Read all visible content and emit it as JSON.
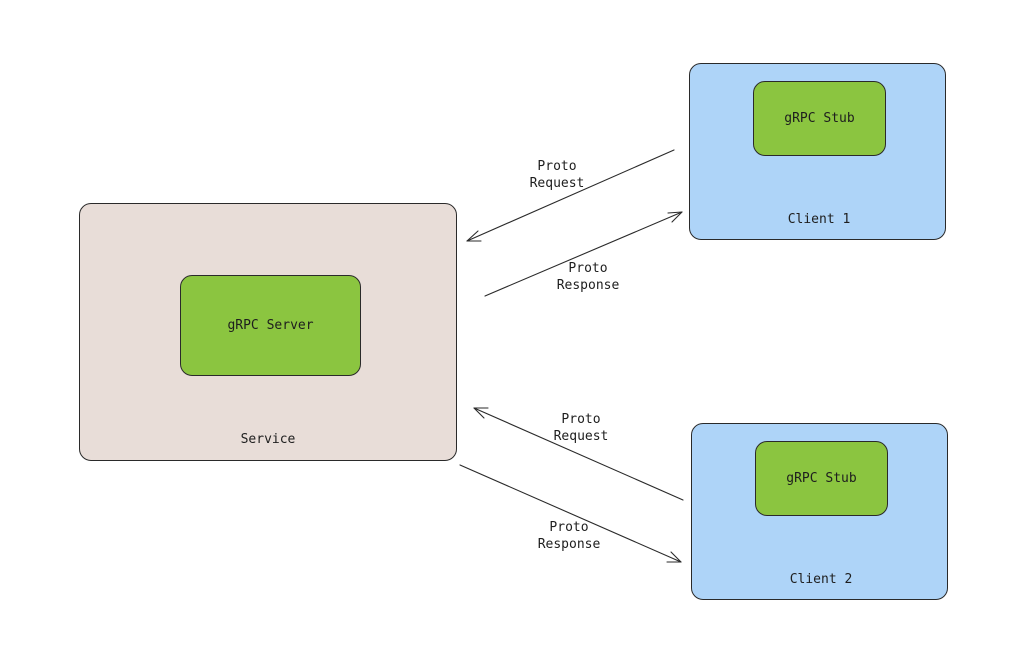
{
  "colors": {
    "service_fill": "#e8ddd8",
    "client_fill": "#aed4f8",
    "component_fill": "#8bc540",
    "stroke": "#2a2a2a",
    "background": "#ffffff"
  },
  "service": {
    "label": "Service",
    "component": "gRPC Server"
  },
  "clients": [
    {
      "label": "Client 1",
      "component": "gRPC Stub"
    },
    {
      "label": "Client 2",
      "component": "gRPC Stub"
    }
  ],
  "edges": [
    {
      "from": "Client 1",
      "to": "Service",
      "line1": "Proto",
      "line2": "Request"
    },
    {
      "from": "Service",
      "to": "Client 1",
      "line1": "Proto",
      "line2": "Response"
    },
    {
      "from": "Client 2",
      "to": "Service",
      "line1": "Proto",
      "line2": "Request"
    },
    {
      "from": "Service",
      "to": "Client 2",
      "line1": "Proto",
      "line2": "Response"
    }
  ]
}
